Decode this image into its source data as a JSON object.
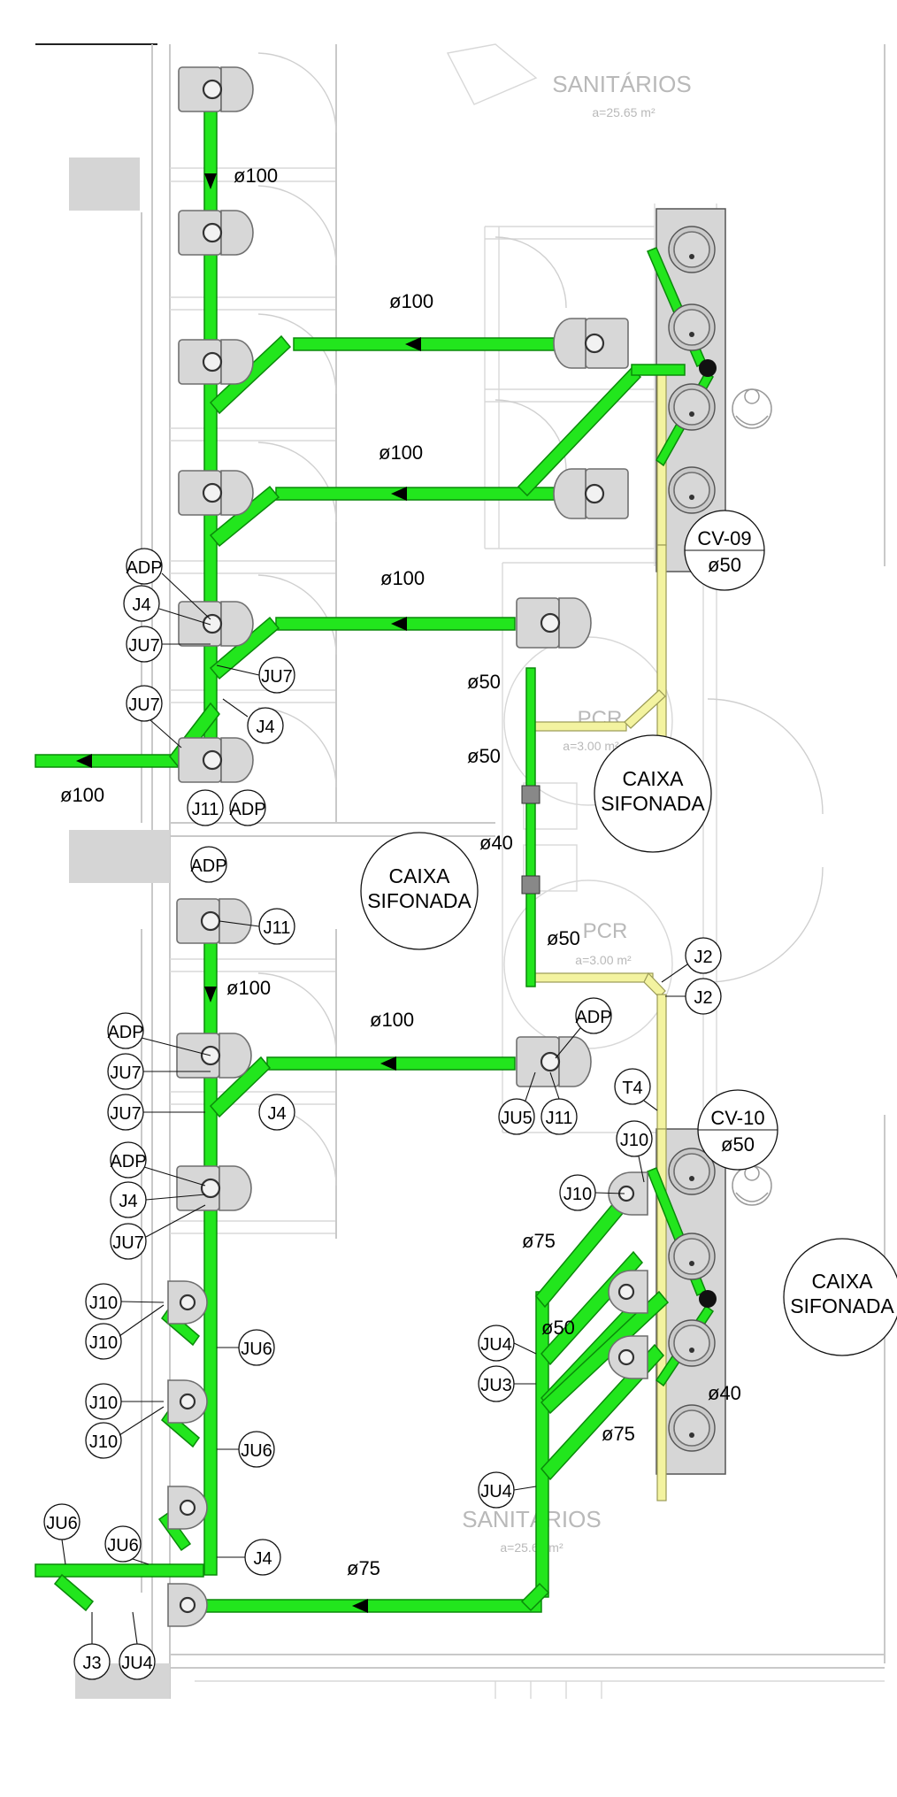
{
  "rooms": {
    "top_name": "SANITÁRIOS",
    "top_area": "a=25.65 m²",
    "bottom_name": "SANITÁRIOS",
    "bottom_area": "a=25.65 m²",
    "pcr1_name": "PCR",
    "pcr1_area": "a=3.00 m²",
    "pcr2_name": "PCR",
    "pcr2_area": "a=3.00 m²"
  },
  "boxes": {
    "caixa1_l1": "CAIXA",
    "caixa1_l2": "SIFONADA",
    "caixa2_l1": "CAIXA",
    "caixa2_l2": "SIFONADA",
    "caixa3_l1": "CAIXA",
    "caixa3_l2": "SIFONADA"
  },
  "vents": {
    "cv09_name": "CV-09",
    "cv09_dia": "ø50",
    "cv10_name": "CV-10",
    "cv10_dia": "ø50"
  },
  "pipe_labels": {
    "d100_1": "ø100",
    "d100_2": "ø100",
    "d100_3": "ø100",
    "d100_4": "ø100",
    "d100_5": "ø100",
    "d100_6": "ø100",
    "d100_7": "ø100",
    "d50_1": "ø50",
    "d50_2": "ø50",
    "d40_1": "ø40",
    "d50_3": "ø50",
    "d75_1": "ø75",
    "d50_4": "ø50",
    "d40_2": "ø40",
    "d75_2": "ø75",
    "d75_3": "ø75"
  },
  "tags": {
    "adp_1": "ADP",
    "j4_1": "J4",
    "ju7_1": "JU7",
    "ju7_2": "JU7",
    "ju7_3": "JU7",
    "j4_2": "J4",
    "j11_1": "J11",
    "adp_2": "ADP",
    "adp_3": "ADP",
    "j11_2": "J11",
    "adp_4": "ADP",
    "ju7_4": "JU7",
    "ju7_5": "JU7",
    "j4_3": "J4",
    "adp_5": "ADP",
    "j4_4": "J4",
    "ju7_6": "JU7",
    "j10_1": "J10",
    "j10_2": "J10",
    "ju6_1": "JU6",
    "j10_3": "J10",
    "j10_4": "J10",
    "ju6_2": "JU6",
    "ju6_3": "JU6",
    "ju6_4": "JU6",
    "j4_5": "J4",
    "j3_1": "J3",
    "ju4_1": "JU4",
    "j2_1": "J2",
    "j2_2": "J2",
    "adp_6": "ADP",
    "ju5_1": "JU5",
    "j11_3": "J11",
    "t4_1": "T4",
    "j10_5": "J10",
    "j10_6": "J10",
    "ju4_2": "JU4",
    "ju3_1": "JU3",
    "ju4_3": "JU4"
  },
  "colors": {
    "sewer_pipe": "#22e61d",
    "vent_pipe": "#f3f3a0",
    "wall": "#c9c9c9",
    "fixture": "#d7d7d7"
  },
  "icons": {
    "flow_arrow": "flow-arrow-icon",
    "toilet": "toilet-icon",
    "urinal": "urinal-icon",
    "sink": "sink-icon",
    "floor_drain": "floor-drain-icon",
    "person": "wheelchair-user-icon"
  }
}
